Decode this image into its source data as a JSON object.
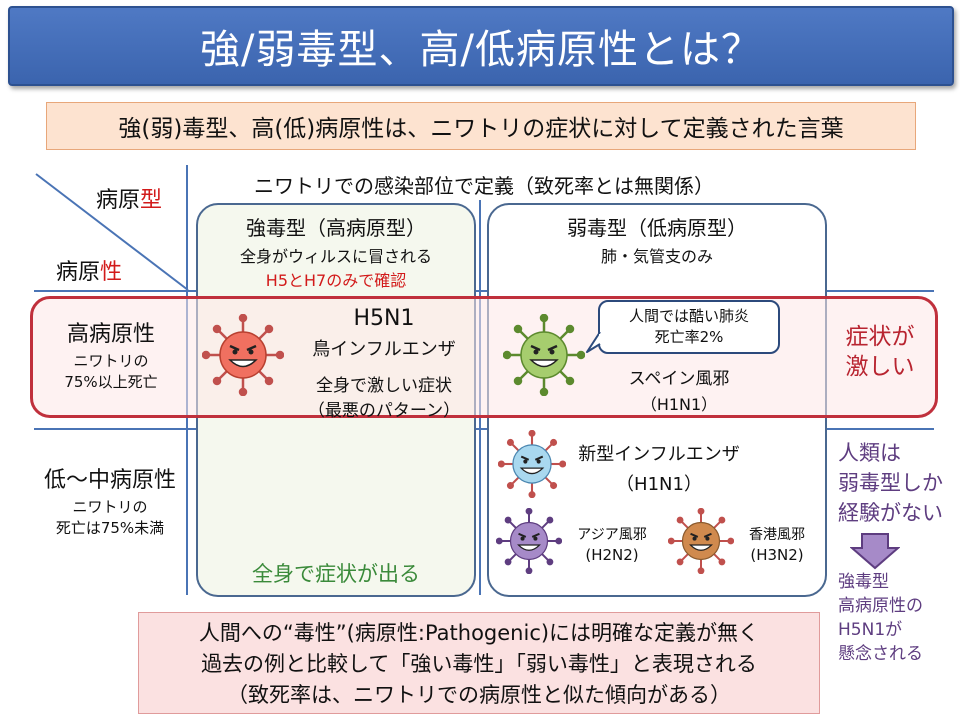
{
  "slide": {
    "title": "強/弱毒型、高/低病原性とは？",
    "definition": "強(弱)毒型、高(低)病原性は、ニワトリの症状に対して定義された言葉"
  },
  "corner": {
    "type_label_a": "病原",
    "type_label_b": "型",
    "path_label_a": "病原",
    "path_label_b": "性"
  },
  "header": {
    "infection_site": "ニワトリでの感染部位で定義（致死率とは無関係）"
  },
  "strong_column": {
    "title": "強毒型（高病原型）",
    "desc": "全身がウィルスに冒される",
    "note": "H5とH7のみで確認",
    "bottom": "全身で症状が出る"
  },
  "weak_column": {
    "title": "弱毒型（低病原型）",
    "desc": "肺・気管支のみ"
  },
  "rows": {
    "high_title": "高病原性",
    "high_sub1": "ニワトリの",
    "high_sub2": "75%以上死亡",
    "low_title": "低〜中病原性",
    "low_sub1": "ニワトリの",
    "low_sub2": "死亡は75%未満"
  },
  "h5n1": {
    "name": "H5N1",
    "desc": "鳥インフルエンザ",
    "symptom1": "全身で激しい症状",
    "symptom2": "（最悪のパターン）"
  },
  "spanish": {
    "bubble1": "人間では酷い肺炎",
    "bubble2": "死亡率2%",
    "name": "スペイン風邪",
    "code": "（H1N1）"
  },
  "severe": {
    "line1": "症状が",
    "line2": "激しい"
  },
  "new_flu": {
    "name": "新型インフルエンザ",
    "code": "（H1N1）"
  },
  "asian": {
    "name": "アジア風邪",
    "code": "(H2N2)"
  },
  "hongkong": {
    "name": "香港風邪",
    "code": "(H3N2)"
  },
  "right_note": {
    "line1": "人類は",
    "line2": "弱毒型しか",
    "line3": "経験がない",
    "concern1": "強毒型",
    "concern2": "高病原性の",
    "concern3": "H5N1が",
    "concern4": "懸念される"
  },
  "bottom": {
    "line1": "人間への“毒性”(病原性:Pathogenic)には明確な定義が無く",
    "line2": "過去の例と比較して「強い毒性」「弱い毒性」と表現される",
    "line3": "（致死率は、ニワトリでの病原性と似た傾向がある）"
  },
  "colors": {
    "title_bg": "#4169b4",
    "band_border": "#c0303c",
    "red_text": "#d21a1a",
    "green_text": "#3a8a3a",
    "purple_text": "#5e3d80",
    "virus_red": "#f07060",
    "virus_green": "#a6cd6e",
    "virus_blue": "#a9d8ef",
    "virus_purple": "#a68ac8",
    "virus_orange": "#d08a4e"
  },
  "icons": [
    "virus-icon-red",
    "virus-icon-green",
    "virus-icon-blue",
    "virus-icon-purple",
    "virus-icon-orange",
    "down-arrow-icon"
  ]
}
